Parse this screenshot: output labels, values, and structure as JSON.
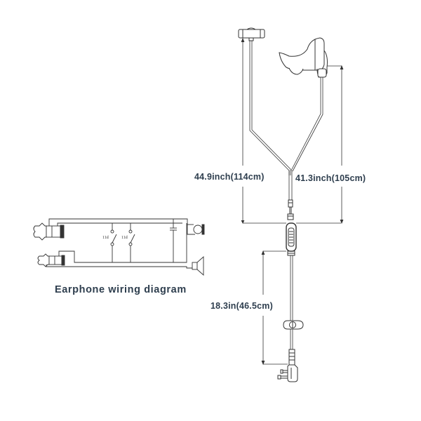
{
  "diagram": {
    "type": "product-line-drawing",
    "subject": "two-wire earpiece with PTT and connector",
    "stroke_color": "#333333",
    "text_color": "#2e3e4e",
    "background": "#ffffff"
  },
  "dimensions": {
    "mic_branch": "44.9inch(114cm)",
    "ear_branch": "41.3inch(105cm)",
    "lower_cable": "18.3in(46.5cm)"
  },
  "wiring_diagram": {
    "caption": "Earphone wiring diagram",
    "switch_labels": [
      "11d",
      "11d"
    ],
    "components": [
      "plug-top",
      "plug-bottom",
      "switch-1",
      "switch-2",
      "capacitor",
      "microphone",
      "speaker"
    ]
  }
}
